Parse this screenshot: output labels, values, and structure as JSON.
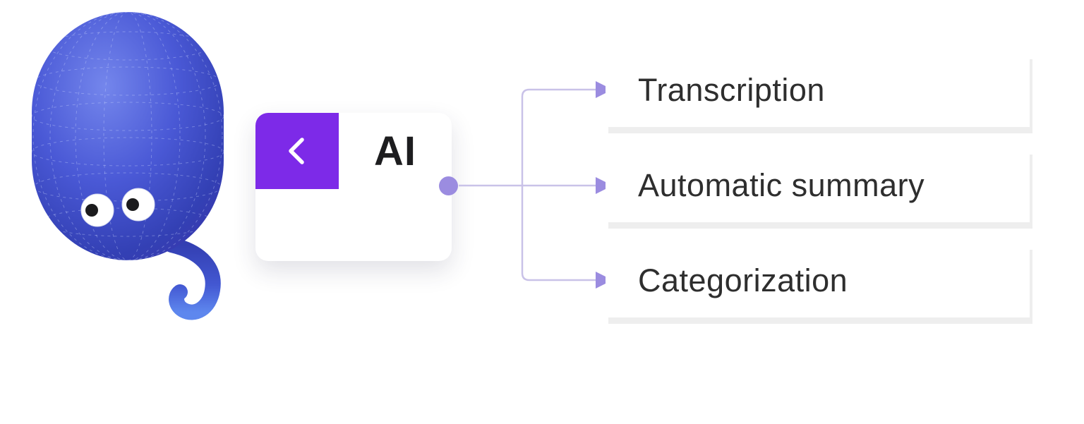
{
  "diagram": {
    "mascot": {
      "name": "octopus-mascot",
      "description": "blue wireframe octopus character with two eyes"
    },
    "node": {
      "label": "AI",
      "icon": "chevron-left"
    },
    "features": [
      {
        "label": "Transcription"
      },
      {
        "label": "Automatic summary"
      },
      {
        "label": "Categorization"
      }
    ],
    "colors": {
      "accent_purple": "#7D2AE8",
      "connector_line": "#C9C2E8",
      "connector_arrow": "#9B8CE0",
      "connector_dot": "#9B8CE0",
      "text": "#2E2E2E",
      "node_label_text": "#1D1D1F",
      "box_background": "#FFFFFF",
      "mascot_blue": "#4553CF"
    }
  }
}
